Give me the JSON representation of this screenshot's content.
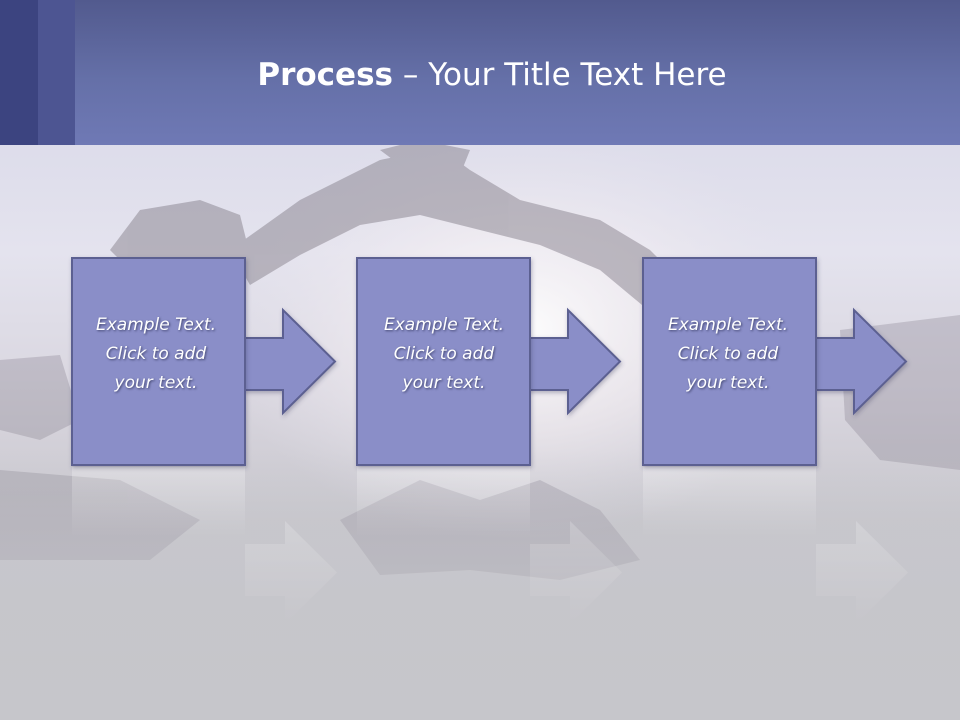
{
  "slide": {
    "title_strong": "Process",
    "title_rest": " – Your Title Text Here",
    "colors": {
      "title_bar": "#6a74b0",
      "accent_dark": "#3c4480",
      "accent_mid": "#4d5592",
      "shape_fill": "#8a8ec8",
      "shape_stroke": "#5c6091",
      "text": "#ffffff",
      "background": "#c6c6cb"
    }
  },
  "process": {
    "steps": [
      {
        "lines": [
          "Example Text.",
          "Click  to add",
          "your text."
        ]
      },
      {
        "lines": [
          "Example Text.",
          "Click  to add",
          "your text."
        ]
      },
      {
        "lines": [
          "Example Text.",
          "Click  to add",
          "your text."
        ]
      }
    ]
  }
}
